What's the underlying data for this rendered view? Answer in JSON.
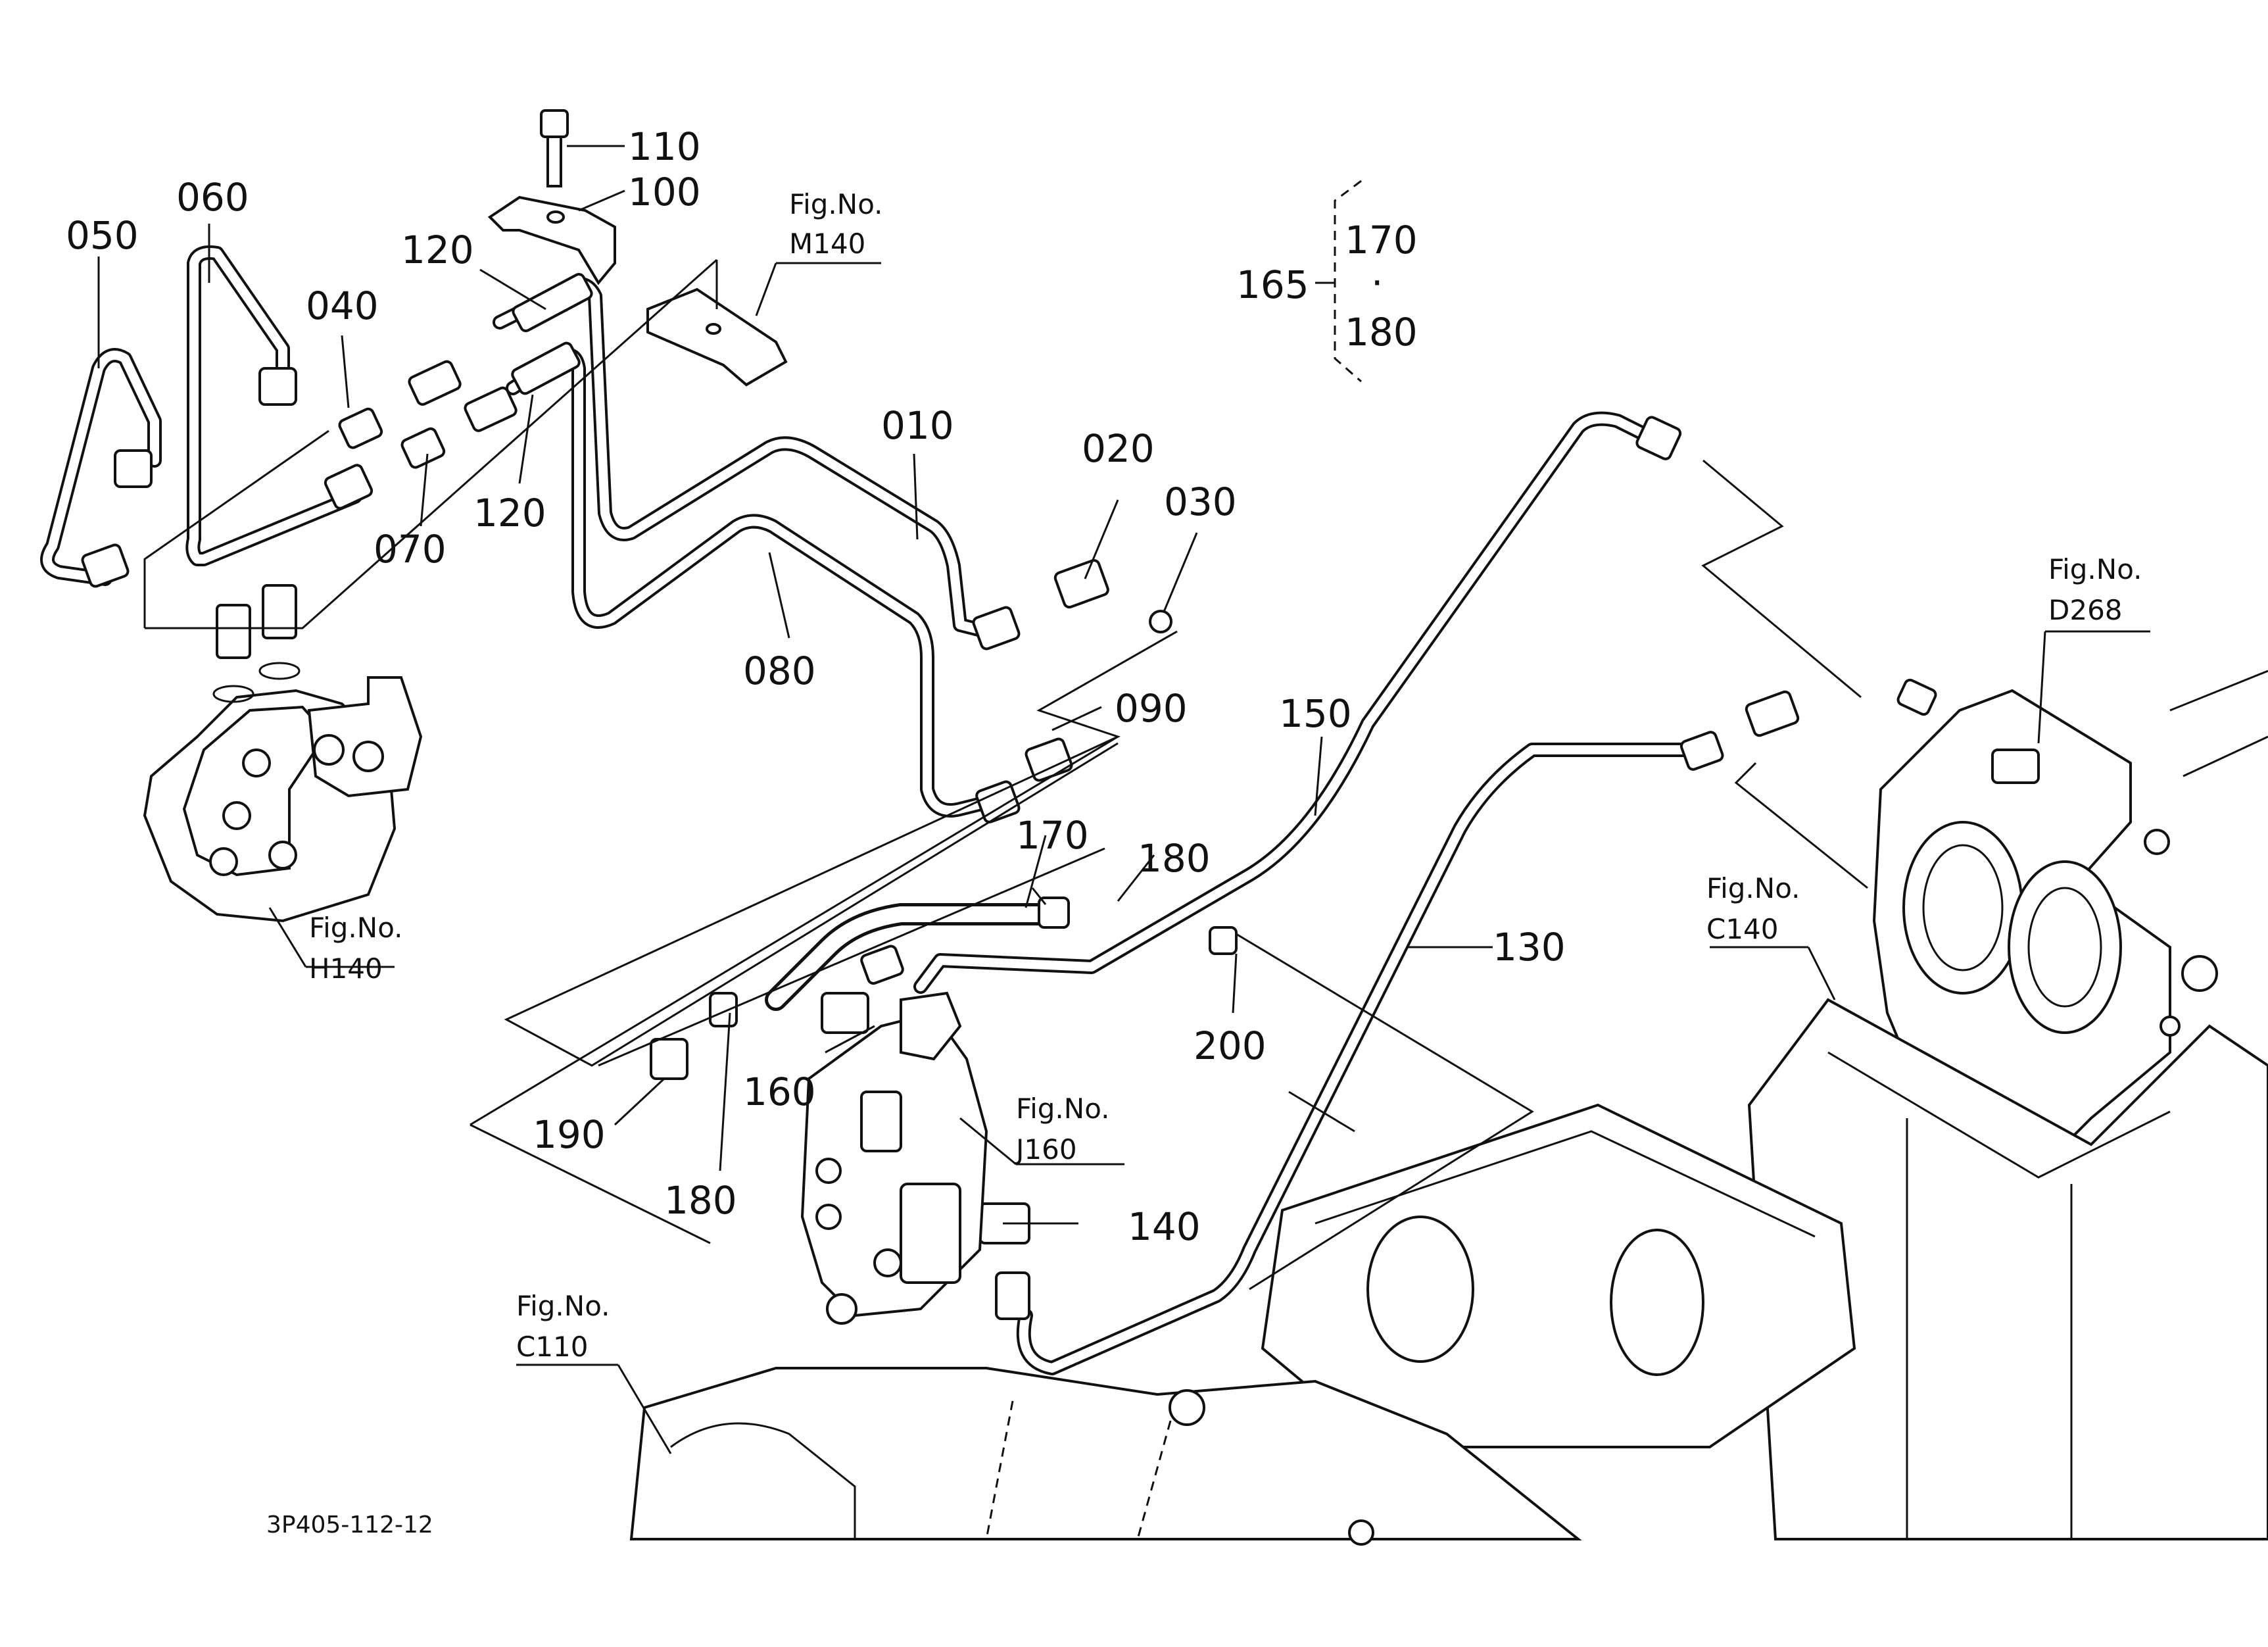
{
  "diagram_code": "3P405-112-12",
  "set_group": {
    "parent": "165",
    "members": [
      "170",
      "·",
      "180"
    ]
  },
  "part_labels": [
    {
      "id": "callout-010",
      "text": "010"
    },
    {
      "id": "callout-020",
      "text": "020"
    },
    {
      "id": "callout-030",
      "text": "030"
    },
    {
      "id": "callout-040",
      "text": "040"
    },
    {
      "id": "callout-050",
      "text": "050"
    },
    {
      "id": "callout-060",
      "text": "060"
    },
    {
      "id": "callout-070",
      "text": "070"
    },
    {
      "id": "callout-080",
      "text": "080"
    },
    {
      "id": "callout-090",
      "text": "090"
    },
    {
      "id": "callout-100",
      "text": "100"
    },
    {
      "id": "callout-110",
      "text": "110"
    },
    {
      "id": "callout-120a",
      "text": "120"
    },
    {
      "id": "callout-120b",
      "text": "120"
    },
    {
      "id": "callout-130",
      "text": "130"
    },
    {
      "id": "callout-140",
      "text": "140"
    },
    {
      "id": "callout-150",
      "text": "150"
    },
    {
      "id": "callout-160",
      "text": "160"
    },
    {
      "id": "callout-170",
      "text": "170"
    },
    {
      "id": "callout-180a",
      "text": "180"
    },
    {
      "id": "callout-180b",
      "text": "180"
    },
    {
      "id": "callout-190",
      "text": "190"
    },
    {
      "id": "callout-200",
      "text": "200"
    }
  ],
  "figure_refs": [
    {
      "id": "m140",
      "caption": "Fig.No.",
      "ref": "M140"
    },
    {
      "id": "h140",
      "caption": "Fig.No.",
      "ref": "H140"
    },
    {
      "id": "d268",
      "caption": "Fig.No.",
      "ref": "D268"
    },
    {
      "id": "c140",
      "caption": "Fig.No.",
      "ref": "C140"
    },
    {
      "id": "j160",
      "caption": "Fig.No.",
      "ref": "J160"
    },
    {
      "id": "c110",
      "caption": "Fig.No.",
      "ref": "C110"
    }
  ]
}
